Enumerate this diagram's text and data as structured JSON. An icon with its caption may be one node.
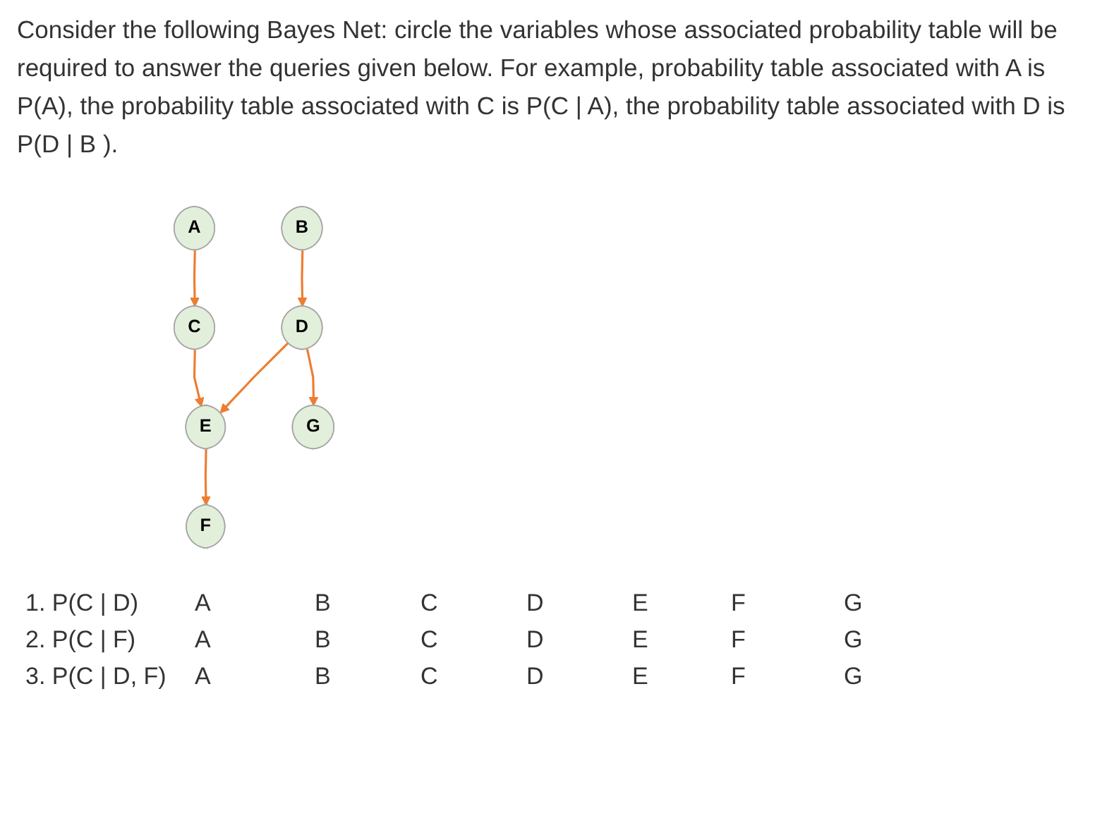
{
  "diagram": {
    "nodes": [
      {
        "text": [
          "A"
        ]
      },
      {
        "text": [
          "B"
        ]
      },
      {
        "text": [
          "C"
        ]
      },
      {
        "text": [
          "D"
        ]
      },
      {
        "text": [
          "G"
        ]
      },
      {
        "text": [
          "E"
        ]
      },
      {
        "text": [
          "F"
        ]
      }
    ],
    "edges": [
      {
        "from": 0,
        "to": 2,
        "arrow": "to"
      },
      {
        "from": 1,
        "to": 3,
        "arrow": "to"
      },
      {
        "from": 2,
        "to": 5,
        "arrow": "to"
      },
      {
        "from": 3,
        "to": 5,
        "arrow": "to"
      },
      {
        "from": 3,
        "to": 4,
        "arrow": "to"
      },
      {
        "from": 5,
        "to": 6,
        "arrow": "to"
      }
    ],
    "labels": [
      "Consider the following Bayes Net: circle the variables whose associated probability table will be required to answer the queries given below. For example, probability table associated with A is P(A), the probability table associated with C is P(C | A), the probability table associated with D is P(D | B ).",
      "1. P(C | D)",
      "A",
      "B",
      "C",
      "D",
      "E",
      "F",
      "G",
      "2. P(C | F)",
      "A",
      "B",
      "C",
      "D",
      "E",
      "F",
      "G",
      "3. P(C | D, F)",
      "A",
      "B",
      "C",
      "D",
      "E",
      "F",
      "G"
    ]
  }
}
